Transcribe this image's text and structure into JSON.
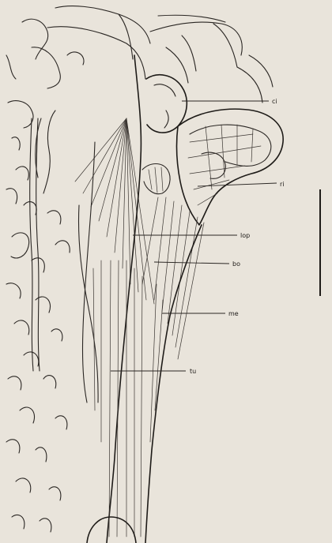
{
  "figure": {
    "labels": {
      "ci": "ci",
      "ri": "ri",
      "lop": "lop",
      "bo": "bo",
      "me": "me",
      "tu": "tu"
    }
  }
}
